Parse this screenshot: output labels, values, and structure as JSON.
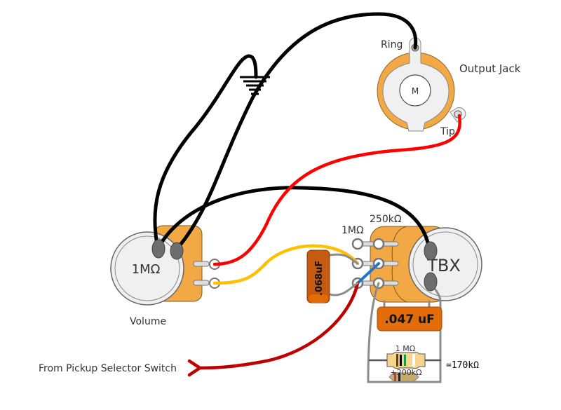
{
  "labels": {
    "ring": "Ring",
    "tip": "Tip",
    "output_jack": "Output Jack",
    "jack_center": "M",
    "volume_value": "1MΩ",
    "volume_label": "Volume",
    "tbx_label": "TBX",
    "tbx_1m": "1MΩ",
    "tbx_250k": "250kΩ",
    "cap_068": ".068uF",
    "cap_047": ".047 uF",
    "res_1m": "1 MΩ",
    "res_200k": "+200kΩ",
    "res_total": "=170kΩ",
    "pickup_source": "From Pickup Selector Switch"
  },
  "colors": {
    "pot_body": "#f2a945",
    "pot_face": "#f0f0f0",
    "lug_gray": "#707070",
    "wire_black": "#000000",
    "wire_red": "#ff0000",
    "wire_darkred": "#c00000",
    "wire_yellow": "#ffc000",
    "wire_blue": "#1f77d0",
    "wire_gray": "#8c8c8c",
    "cap_orange": "#c55a11",
    "cap_orange_light": "#e26b0a"
  }
}
